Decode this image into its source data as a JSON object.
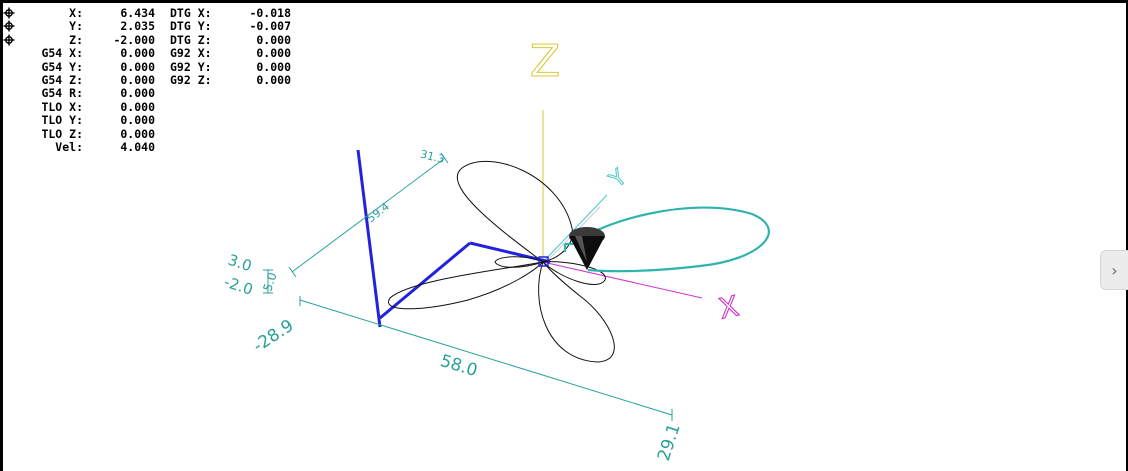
{
  "readout": {
    "rows": [
      {
        "label": "X:",
        "value": "6.434",
        "label2": "DTG X:",
        "value2": "-0.018",
        "homed": true
      },
      {
        "label": "Y:",
        "value": "2.035",
        "label2": "DTG Y:",
        "value2": "-0.007",
        "homed": true
      },
      {
        "label": "Z:",
        "value": "-2.000",
        "label2": "DTG Z:",
        "value2": "0.000",
        "homed": true
      },
      {
        "label": "G54 X:",
        "value": "0.000",
        "label2": "G92 X:",
        "value2": "0.000",
        "homed": false
      },
      {
        "label": "G54 Y:",
        "value": "0.000",
        "label2": "G92 Y:",
        "value2": "0.000",
        "homed": false
      },
      {
        "label": "G54 Z:",
        "value": "0.000",
        "label2": "G92 Z:",
        "value2": "0.000",
        "homed": false
      },
      {
        "label": "G54 R:",
        "value": "0.000",
        "label2": "",
        "value2": "",
        "homed": false
      },
      {
        "label": "TLO X:",
        "value": "0.000",
        "label2": "",
        "value2": "",
        "homed": false
      },
      {
        "label": "TLO Y:",
        "value": "0.000",
        "label2": "",
        "value2": "",
        "homed": false
      },
      {
        "label": "TLO Z:",
        "value": "0.000",
        "label2": "",
        "value2": "",
        "homed": false
      },
      {
        "label": "Vel:",
        "value": "4.040",
        "label2": "",
        "value2": "",
        "homed": false
      }
    ]
  },
  "axes": {
    "x_label": "X",
    "y_label": "Y",
    "z_label": "Z"
  },
  "dimensions": {
    "x_extent": "58.0",
    "x_max": "29.1",
    "x_min": "-28.9",
    "y_extent": "59.4",
    "y_max": "31.3",
    "z_max": "3.0",
    "z_min": "-2.0",
    "z_extent": "5.0"
  },
  "side_tab": {
    "glyph": "›"
  },
  "colors": {
    "dimension": "#2aa198",
    "x_axis": "#d033d0",
    "y_axis": "#46c8c8",
    "z_axis": "#d9c839",
    "machine_limit": "#2222dd",
    "toolpath": "#111111",
    "live_plot": "#2fb3ae"
  },
  "icons": {
    "homed": "homed-icon",
    "tab": "chevron-right-icon"
  }
}
